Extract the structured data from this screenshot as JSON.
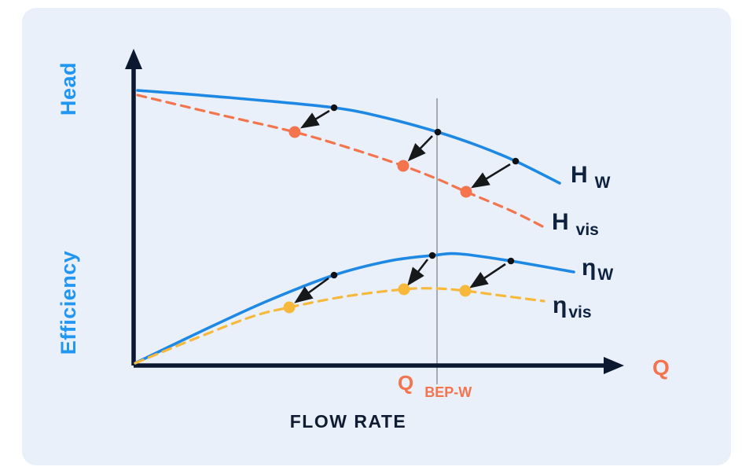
{
  "page": {
    "background": "#ffffff",
    "panel_bg": "#e9f0f9"
  },
  "colors": {
    "axis": "#0c1830",
    "water_curve": "#1e88e5",
    "viscous_head_curve": "#f4744e",
    "viscous_eff_curve": "#f6b93c",
    "arrow": "#17181a",
    "bep_line": "#a6abb3",
    "blue_label": "#2196f3",
    "dark_label": "#0e2240",
    "orange_label": "#f4744e"
  },
  "labels": {
    "head_axis": "Head",
    "efficiency_axis": "Efficiency",
    "flow_rate": "FLOW RATE",
    "q_axis": "Q",
    "q_bep": {
      "main": "Q",
      "sub": "BEP-W"
    },
    "h_water": {
      "main": "H",
      "sub": "W"
    },
    "h_vis": {
      "main": "H",
      "sub": "vis"
    },
    "eta_water": {
      "main": "η",
      "sub": "W"
    },
    "eta_vis": {
      "main": "η",
      "sub": "vis"
    }
  },
  "chart_data": {
    "type": "line",
    "title": "Viscosity correction of centrifugal pump head and efficiency curves (qualitative)",
    "xlabel": "FLOW RATE",
    "ylabel": "Head / Efficiency",
    "grid": false,
    "legend_position": "inline-right",
    "axes": {
      "origin": [
        170,
        465
      ],
      "x_tip": [
        794,
        465
      ],
      "y_tip": [
        170,
        62
      ],
      "stroke_width": 5.5
    },
    "bep_line": {
      "label": "Q BEP-W",
      "x": 556,
      "y1": 125,
      "y2": 489
    },
    "series": [
      {
        "name": "head-water",
        "label": "H_W (water head)",
        "color": "#1e88e5",
        "dash": "none",
        "width": 3.6,
        "points": [
          [
            175,
            115
          ],
          [
            290,
            124
          ],
          [
            425,
            137
          ],
          [
            495,
            151
          ],
          [
            557,
            168
          ],
          [
            610,
            186
          ],
          [
            656,
            205
          ],
          [
            712,
            233
          ]
        ]
      },
      {
        "name": "head-viscous",
        "label": "H_vis (viscous head)",
        "color": "#f4744e",
        "dash": "11 8",
        "width": 3.2,
        "points": [
          [
            175,
            121
          ],
          [
            280,
            146
          ],
          [
            375,
            168
          ],
          [
            450,
            190
          ],
          [
            513,
            211
          ],
          [
            557,
            228
          ],
          [
            593,
            244
          ],
          [
            650,
            268
          ],
          [
            696,
            291
          ]
        ]
      },
      {
        "name": "efficiency-water",
        "label": "η_W (water efficiency)",
        "color": "#1e88e5",
        "dash": "none",
        "width": 3.6,
        "points": [
          [
            172,
            462
          ],
          [
            255,
            422
          ],
          [
            340,
            383
          ],
          [
            425,
            350
          ],
          [
            495,
            332
          ],
          [
            550,
            325
          ],
          [
            585,
            323
          ],
          [
            650,
            332
          ],
          [
            730,
            346
          ]
        ]
      },
      {
        "name": "efficiency-viscous",
        "label": "η_vis (viscous efficiency)",
        "color": "#f6b93c",
        "dash": "11 8",
        "width": 3.2,
        "points": [
          [
            172,
            462
          ],
          [
            250,
            430
          ],
          [
            320,
            403
          ],
          [
            368,
            391
          ],
          [
            440,
            377
          ],
          [
            514,
            368
          ],
          [
            555,
            367
          ],
          [
            592,
            370
          ],
          [
            645,
            377
          ],
          [
            692,
            383
          ]
        ]
      }
    ],
    "markers": {
      "water": {
        "color": "#101114",
        "r": 4.3,
        "points": [
          [
            425,
            137
          ],
          [
            557,
            168
          ],
          [
            656,
            205
          ],
          [
            425,
            350
          ],
          [
            550,
            325
          ],
          [
            650,
            332
          ]
        ]
      },
      "viscous_head": {
        "color": "#f4744e",
        "r": 7.5,
        "points": [
          [
            375,
            168
          ],
          [
            513,
            211
          ],
          [
            593,
            244
          ]
        ]
      },
      "viscous_eff": {
        "color": "#f6b93c",
        "r": 7.5,
        "points": [
          [
            368,
            391
          ],
          [
            514,
            368
          ],
          [
            592,
            370
          ]
        ]
      }
    },
    "arrows": [
      {
        "from": [
          419,
          141
        ],
        "to": [
          386,
          161
        ]
      },
      {
        "from": [
          550,
          173
        ],
        "to": [
          522,
          202
        ]
      },
      {
        "from": [
          649,
          209
        ],
        "to": [
          603,
          237
        ]
      },
      {
        "from": [
          418,
          354
        ],
        "to": [
          378,
          383
        ]
      },
      {
        "from": [
          544,
          330
        ],
        "to": [
          521,
          360
        ]
      },
      {
        "from": [
          643,
          336
        ],
        "to": [
          601,
          364
        ]
      }
    ]
  }
}
